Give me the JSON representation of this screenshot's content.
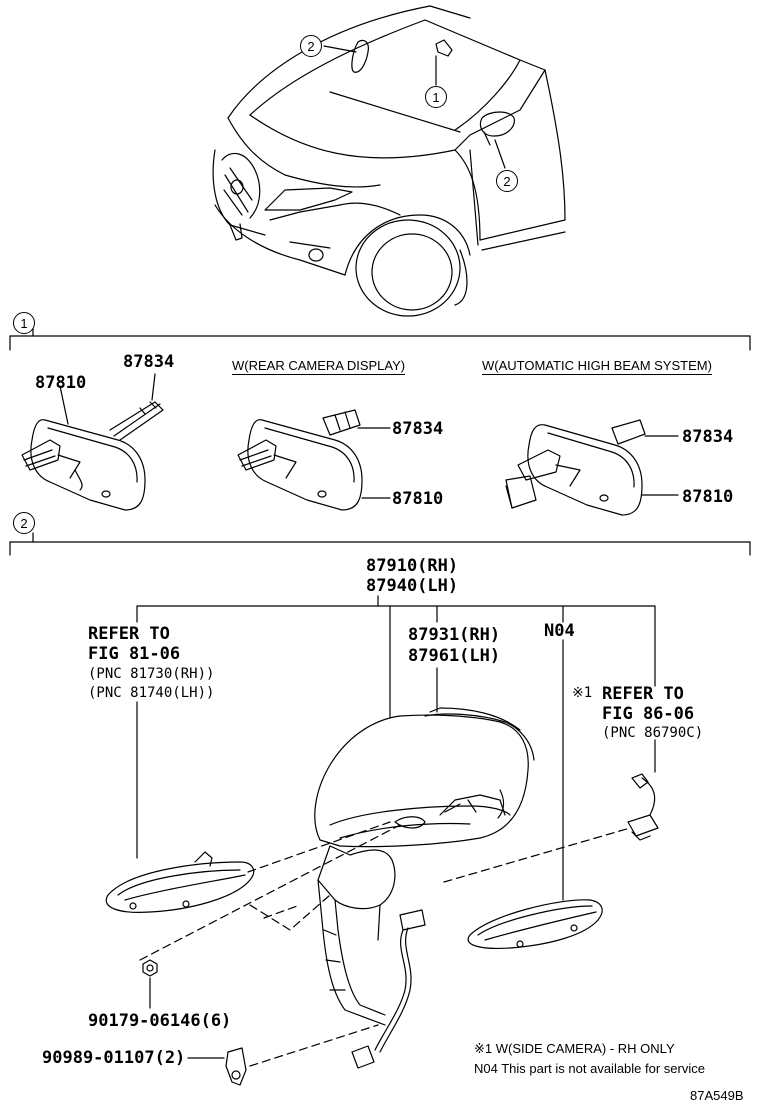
{
  "callouts": {
    "one": "1",
    "two": "2"
  },
  "section1": {
    "headers": {
      "rear_camera": "W(REAR CAMERA DISPLAY)",
      "high_beam": "W(AUTOMATIC HIGH BEAM SYSTEM)"
    },
    "parts": {
      "mirror": "87810",
      "holder": "87834"
    }
  },
  "section2": {
    "assembly_rh": "87910(RH)",
    "assembly_lh": "87940(LH)",
    "cover_rh": "87931(RH)",
    "cover_lh": "87961(LH)",
    "n04": "N04",
    "refer1": {
      "line1": "REFER TO",
      "line2": "FIG 81-06",
      "line3": "(PNC 81730(RH))",
      "line4": "(PNC 81740(LH))"
    },
    "refer2": {
      "mark": "※1",
      "line1": "REFER TO",
      "line2": "FIG 86-06",
      "line3": "(PNC 86790C)"
    },
    "nut": "90179-06146(6)",
    "clip": "90989-01107(2)"
  },
  "notes": {
    "note1": "※1 W(SIDE CAMERA) - RH ONLY",
    "note2": "N04 This part is not available for service"
  },
  "figure_code": "87A549B"
}
